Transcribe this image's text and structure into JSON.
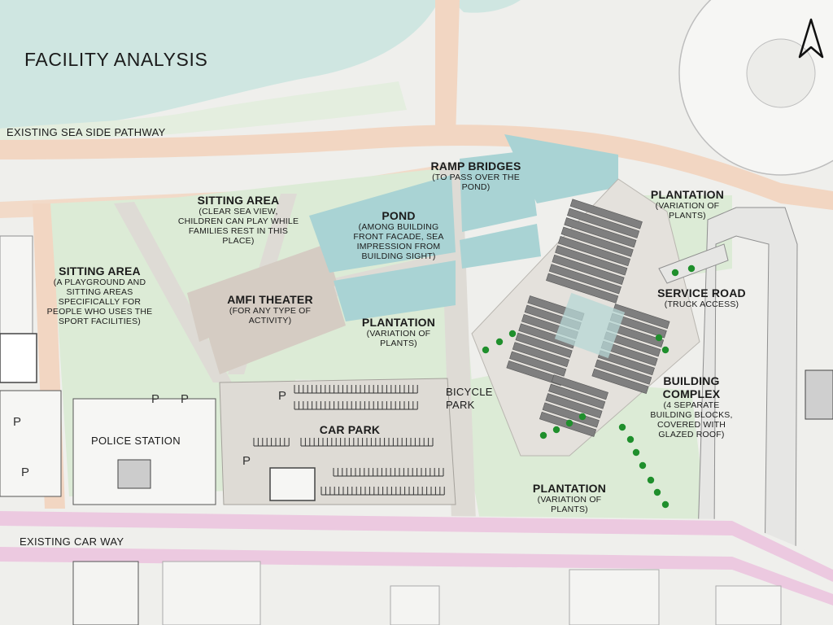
{
  "title": "FACILITY ANALYSIS",
  "roads": {
    "sea_side": "EXISTING SEA SIDE PATHWAY",
    "car_way": "EXISTING CAR WAY"
  },
  "labels": {
    "sitting_area_1": {
      "title": "SITTING AREA",
      "desc": "(A PLAYGROUND AND SITTING AREAS SPECIFICALLY FOR PEOPLE WHO USES THE SPORT FACILITIES)"
    },
    "sitting_area_2": {
      "title": "SITTING AREA",
      "desc": "(CLEAR SEA VIEW, CHILDREN CAN PLAY WHILE FAMILIES REST IN THIS PLACE)"
    },
    "amfi": {
      "title": "AMFI THEATER",
      "desc": "(FOR ANY TYPE OF ACTIVITY)"
    },
    "pond": {
      "title": "POND",
      "desc": "(AMONG BUILDING FRONT FACADE, SEA IMPRESSION FROM BUILDING SIGHT)"
    },
    "ramp": {
      "title": "RAMP BRIDGES",
      "desc": "(TO PASS OVER THE POND)"
    },
    "plantation_1": {
      "title": "PLANTATION",
      "desc": "(VARIATION OF PLANTS)"
    },
    "plantation_2": {
      "title": "PLANTATION",
      "desc": "(VARIATION OF PLANTS)"
    },
    "plantation_3": {
      "title": "PLANTATION",
      "desc": "(VARIATION OF PLANTS)"
    },
    "service_road": {
      "title": "SERVICE ROAD",
      "desc": "(TRUCK ACCESS)"
    },
    "building": {
      "title": "BUILDING COMPLEX",
      "desc": "(4 SEPARATE BUILDING BLOCKS, COVERED WITH GLAZED ROOF)"
    },
    "car_park": {
      "title": "CAR PARK"
    },
    "bicycle": "BICYCLE PARK",
    "police": "POLICE STATION"
  },
  "parking_mark": "P",
  "colors": {
    "sea": "#cfe6e1",
    "pathway": "#f2d6c2",
    "carway": "#ecc9e0",
    "green": "#dcebd6",
    "pond": "#a9d3d4",
    "paving": "#dedbd5",
    "roof": "#7f7f7f",
    "tree": "#1f8f2c"
  },
  "icons": {
    "north": "north-arrow-icon",
    "tree": "tree-icon"
  }
}
